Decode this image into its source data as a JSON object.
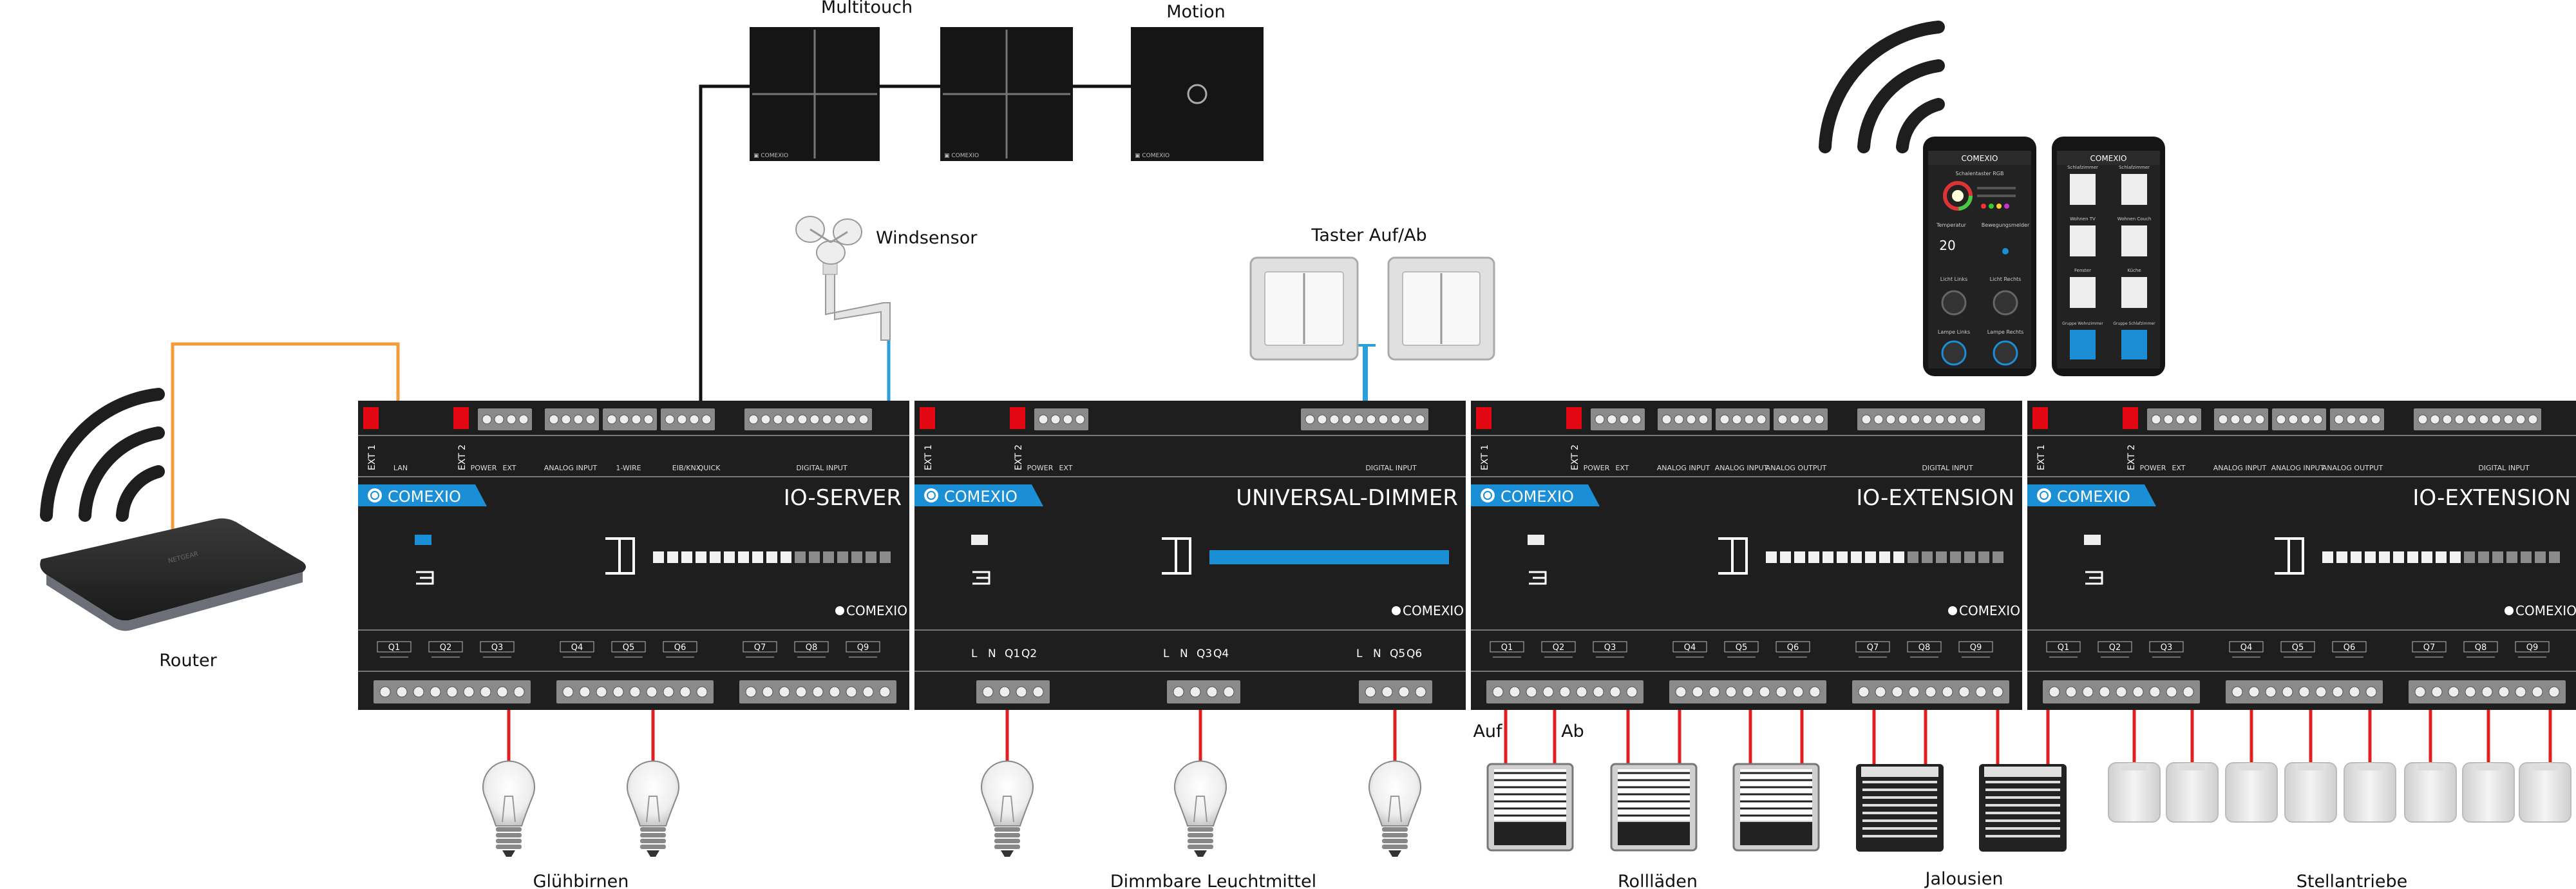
{
  "labels": {
    "multitouch": "Multitouch",
    "motion": "Motion",
    "windsensor": "Windsensor",
    "taster": "Taster Auf/Ab",
    "router": "Router",
    "gluehbirnen": "Glühbirnen",
    "dimmbar": "Dimmbare Leuchtmittel",
    "rolllaeden": "Rollläden",
    "jalousien": "Jalousien",
    "stellantriebe": "Stellantriebe",
    "auf": "Auf",
    "ab": "Ab"
  },
  "brand": "COMEXIO",
  "modules": [
    {
      "id": "io-server",
      "title": "IO-SERVER",
      "ext1": "EXT 1",
      "ext2": "EXT 2",
      "top_groups": [
        "LAN",
        "POWER",
        "EXT",
        "ANALOG INPUT",
        "1-WIRE",
        "EIB/KNX",
        "QUICK",
        "DIGITAL INPUT"
      ],
      "outputs": [
        "Q1",
        "Q2",
        "Q3",
        "Q4",
        "Q5",
        "Q6",
        "Q7",
        "Q8",
        "Q9"
      ]
    },
    {
      "id": "universal-dimmer",
      "title": "UNIVERSAL-DIMMER",
      "ext1": "EXT 1",
      "ext2": "EXT 2",
      "top_groups": [
        "POWER",
        "EXT",
        "DIGITAL INPUT"
      ],
      "outputs": [
        "L",
        "N",
        "Q1",
        "Q2",
        "L",
        "N",
        "Q3",
        "Q4",
        "L",
        "N",
        "Q5",
        "Q6"
      ]
    },
    {
      "id": "io-extension-1",
      "title": "IO-EXTENSION",
      "ext1": "EXT 1",
      "ext2": "EXT 2",
      "top_groups": [
        "POWER",
        "EXT",
        "ANALOG INPUT",
        "ANALOG INPUT",
        "ANALOG OUTPUT",
        "DIGITAL INPUT"
      ],
      "outputs": [
        "Q1",
        "Q2",
        "Q3",
        "Q4",
        "Q5",
        "Q6",
        "Q7",
        "Q8",
        "Q9"
      ]
    },
    {
      "id": "io-extension-2",
      "title": "IO-EXTENSION",
      "ext1": "EXT 1",
      "ext2": "EXT 2",
      "top_groups": [
        "POWER",
        "EXT",
        "ANALOG INPUT",
        "ANALOG INPUT",
        "ANALOG OUTPUT",
        "DIGITAL INPUT"
      ],
      "outputs": [
        "Q1",
        "Q2",
        "Q3",
        "Q4",
        "Q5",
        "Q6",
        "Q7",
        "Q8",
        "Q9"
      ]
    }
  ],
  "phone1": {
    "title": "COMEXIO",
    "items": [
      "Schalentaster RGB",
      "Temperatur",
      "Bewegungsmelder",
      "Licht Links",
      "Licht Rechts",
      "Lampe Links",
      "Lampe Rechts"
    ],
    "temp": "20"
  },
  "phone2": {
    "title": "COMEXIO",
    "items": [
      "Schlafzimmer",
      "Schlafzimmer",
      "Wohnen TV",
      "Wohnen Couch",
      "Fenster",
      "Küche",
      "Gruppe Wohnzimmer",
      "Gruppe Schlafzimmer"
    ]
  },
  "colors": {
    "module_bg": "#1e1e1e",
    "accent_blue": "#1a8fd6",
    "led_red": "#e30613",
    "wire_red": "#e02020",
    "wire_blue": "#2a9fd8",
    "wire_orange": "#f39c3a",
    "wire_black": "#111111"
  }
}
